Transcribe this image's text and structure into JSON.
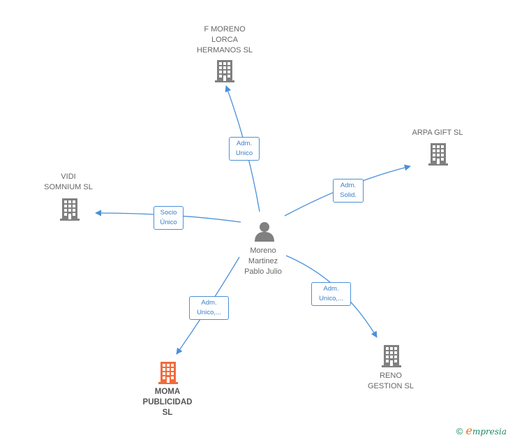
{
  "center": {
    "name_lines": [
      "Moreno",
      "Martinez",
      "Pablo Julio"
    ],
    "icon": "person-icon"
  },
  "companies": [
    {
      "id": "f-moreno",
      "name_lines": [
        "F MORENO",
        "LORCA",
        "HERMANOS SL"
      ],
      "icon": "building-icon",
      "color": "#808080"
    },
    {
      "id": "arpa",
      "name_lines": [
        "ARPA GIFT SL"
      ],
      "icon": "building-icon",
      "color": "#808080"
    },
    {
      "id": "vidi",
      "name_lines": [
        "VIDI",
        "SOMNIUM  SL"
      ],
      "icon": "building-icon",
      "color": "#808080"
    },
    {
      "id": "moma",
      "name_lines": [
        "MOMA",
        "PUBLICIDAD",
        "SL"
      ],
      "icon": "building-icon",
      "color": "#f26b3a"
    },
    {
      "id": "reno",
      "name_lines": [
        "RENO",
        "GESTION  SL"
      ],
      "icon": "building-icon",
      "color": "#808080"
    }
  ],
  "relations": [
    {
      "to": "f-moreno",
      "label_lines": [
        "Adm.",
        "Unico"
      ]
    },
    {
      "to": "arpa",
      "label_lines": [
        "Adm.",
        "Solid."
      ]
    },
    {
      "to": "vidi",
      "label_lines": [
        "Socio",
        "Único"
      ]
    },
    {
      "to": "moma",
      "label_lines": [
        "Adm.",
        "Unico,..."
      ]
    },
    {
      "to": "reno",
      "label_lines": [
        "Adm.",
        "Unico,..."
      ]
    }
  ],
  "colors": {
    "edge": "#4a90d9",
    "node_gray": "#808080",
    "node_highlight": "#f26b3a"
  },
  "brand": {
    "copyright": "©",
    "e": "e",
    "rest": "mpresia"
  }
}
